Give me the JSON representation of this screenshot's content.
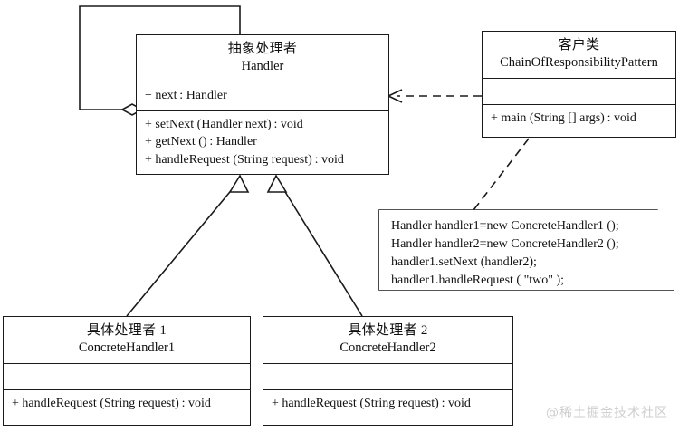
{
  "diagram": {
    "title": "Chain of Responsibility Pattern UML class diagram",
    "stroke_color": "#1a1a1a",
    "background_color": "#ffffff"
  },
  "classes": {
    "handler": {
      "name_zh": "抽象处理者",
      "name_en": "Handler",
      "attributes": [
        "− next : Handler"
      ],
      "operations": [
        "+ setNext (Handler next) : void",
        "+ getNext () : Handler",
        "+ handleRequest (String request) : void"
      ]
    },
    "client": {
      "name_zh": "客户类",
      "name_en": "ChainOfResponsibilityPattern",
      "attributes": [],
      "operations": [
        "+ main (String [] args) : void"
      ]
    },
    "concrete1": {
      "name_zh": "具体处理者 1",
      "name_en": "ConcreteHandler1",
      "attributes": [],
      "operations": [
        "+ handleRequest (String request) : void"
      ]
    },
    "concrete2": {
      "name_zh": "具体处理者 2",
      "name_en": "ConcreteHandler2",
      "attributes": [],
      "operations": [
        "+ handleRequest (String request) : void"
      ]
    }
  },
  "note": {
    "lines": [
      "Handler handler1=new ConcreteHandler1 ();",
      "Handler handler2=new ConcreteHandler2 ();",
      "handler1.setNext (handler2);",
      "handler1.handleRequest (  \"two\"  );"
    ]
  },
  "relations": [
    {
      "kind": "aggregation",
      "from": "handler",
      "to": "handler",
      "label": ""
    },
    {
      "kind": "generalization",
      "from": "concrete1",
      "to": "handler",
      "label": ""
    },
    {
      "kind": "generalization",
      "from": "concrete2",
      "to": "handler",
      "label": ""
    },
    {
      "kind": "dependency",
      "from": "client",
      "to": "handler",
      "label": ""
    },
    {
      "kind": "note-anchor",
      "from": "note",
      "to": "client",
      "label": ""
    }
  ],
  "watermark": {
    "text": "@稀土掘金技术社区"
  }
}
